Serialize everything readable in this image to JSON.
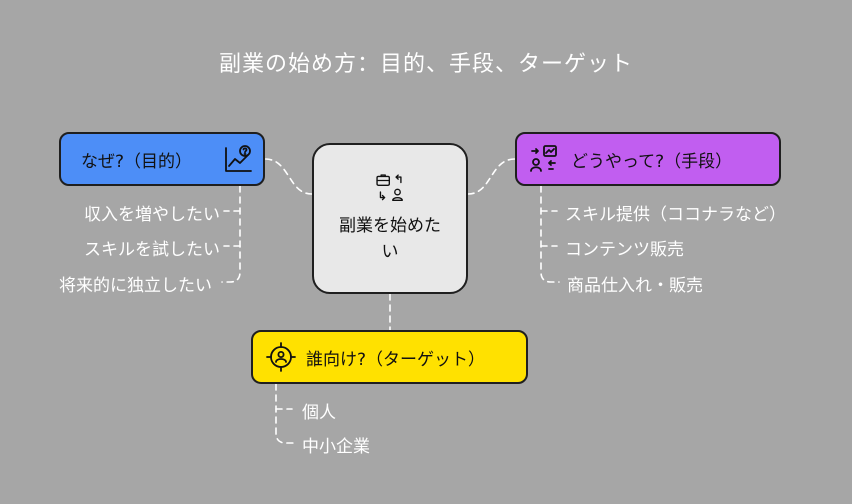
{
  "title": "副業の始め方：目的、手段、ターゲット",
  "center": {
    "label": "副業を始めたい",
    "icon": "briefcase-person-icon"
  },
  "why": {
    "label": "なぜ?（目的）",
    "icon": "chart-question-icon",
    "color": "#4d8ef7",
    "items": [
      "収入を増やしたい",
      "スキルを試したい",
      "将来的に独立したい"
    ]
  },
  "how": {
    "label": "どうやって?（手段）",
    "icon": "exchange-chart-icon",
    "color": "#c15ef0",
    "items": [
      "スキル提供（ココナラなど）",
      "コンテンツ販売",
      "商品仕入れ・販売"
    ]
  },
  "who": {
    "label": "誰向け?（ターゲット）",
    "icon": "target-person-icon",
    "color": "#ffe100",
    "items": [
      "個人",
      "中小企業"
    ]
  },
  "colors": {
    "background": "#a6a6a6",
    "center": "#e8e8e8"
  }
}
